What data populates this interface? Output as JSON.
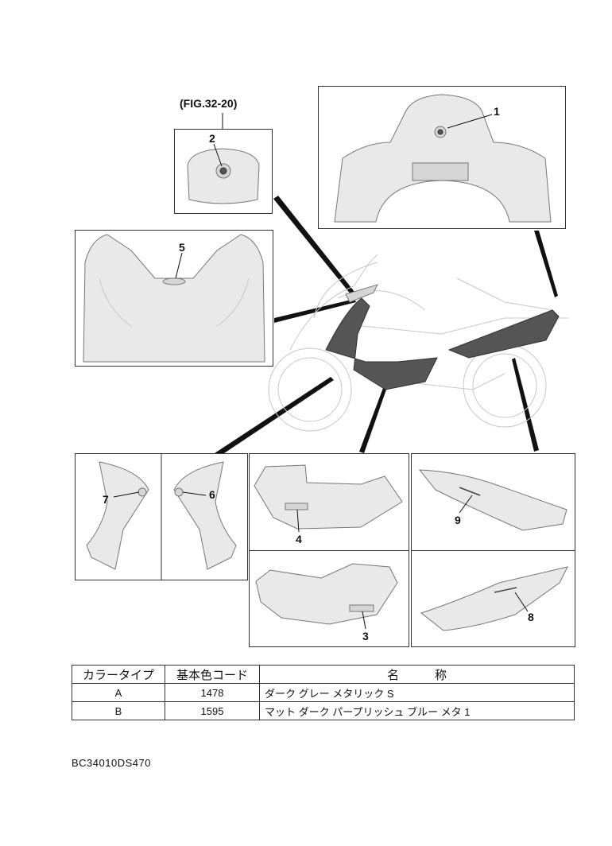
{
  "diagram": {
    "fig_reference": "(FIG.32-20)",
    "callouts": [
      "1",
      "2",
      "3",
      "4",
      "5",
      "6",
      "7",
      "8",
      "9"
    ]
  },
  "table": {
    "headers": [
      "カラータイプ",
      "基本色コード",
      "名　　　称"
    ],
    "rows": [
      {
        "type": "A",
        "code": "1478",
        "name": "ダーク グレー メタリック S"
      },
      {
        "type": "B",
        "code": "1595",
        "name": "マット ダーク パープリッシュ ブルー メタ 1"
      }
    ]
  },
  "document_code": "BC34010DS470"
}
